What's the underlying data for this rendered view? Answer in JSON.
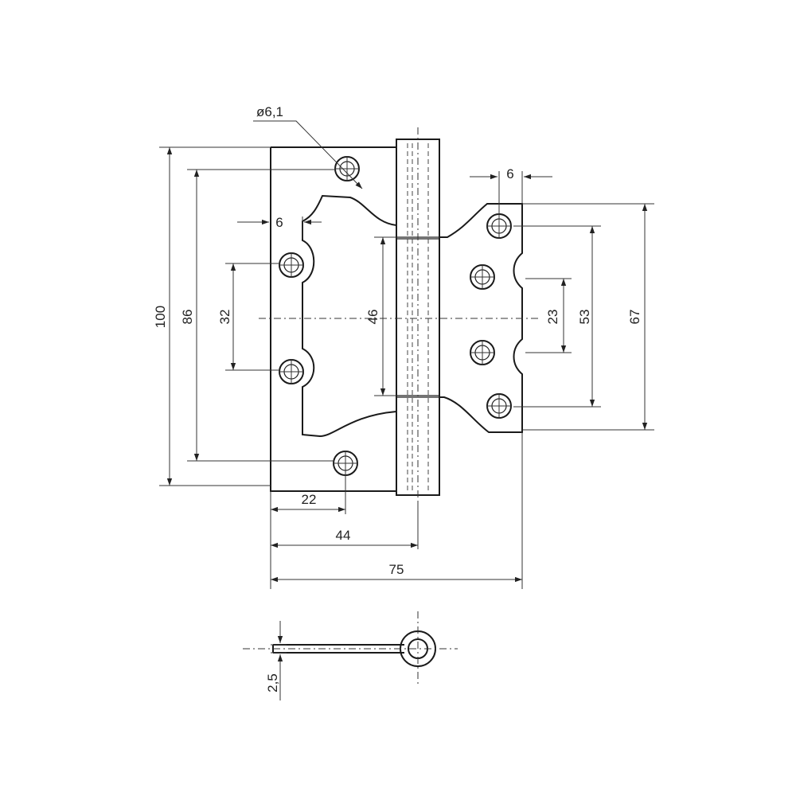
{
  "drawing": {
    "dimensions": {
      "hole_diameter": "ø6,1",
      "total_height": "100",
      "hole_span_left": "86",
      "inner_hole_span_left": "32",
      "knuckle_length": "46",
      "inner_hole_span_right": "23",
      "hole_span_right": "53",
      "leaf_height_right": "67",
      "edge_offset_left": "6",
      "edge_offset_right": "6",
      "hole_offset_horizontal": "22",
      "axis_offset": "44",
      "total_width": "75",
      "thickness": "2,5"
    },
    "colors": {
      "line": "#222222",
      "background": "#ffffff"
    }
  }
}
